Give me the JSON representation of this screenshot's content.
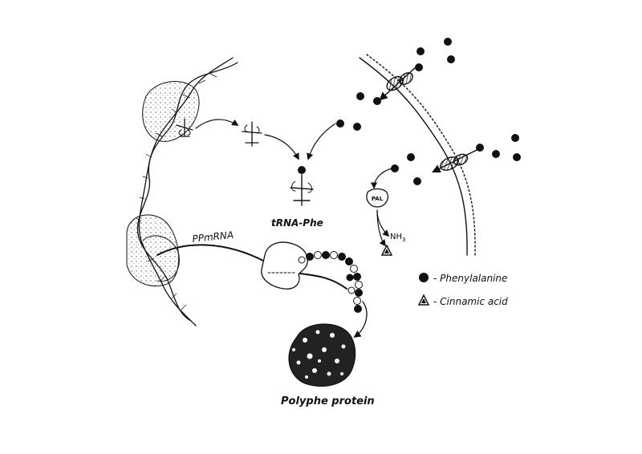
{
  "labels": {
    "trna": "tRNA-Phe",
    "mrna": "PPmRNA",
    "protein": "Polyphe protein",
    "enzyme": "PAL",
    "ammonia": "NH",
    "ammonia_sub": "3"
  },
  "legend": {
    "phenylalanine": "- Phenylalanine",
    "cinnamic": "- Cinnamic acid"
  }
}
